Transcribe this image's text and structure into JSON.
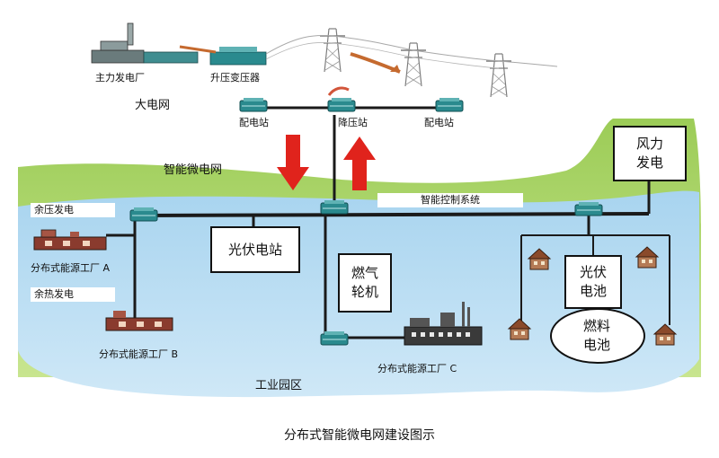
{
  "top": {
    "main_plant": "主力发电厂",
    "step_up_transformer": "升压变压器",
    "big_grid": "大电网",
    "distribution_station_left": "配电站",
    "step_down_station": "降压站",
    "distribution_station_right": "配电站"
  },
  "microgrid": {
    "title": "智能微电网",
    "control_system": "智能控制系统",
    "wind_power": "风力\n发电",
    "pv_station": "光伏电站",
    "gas_turbine": "燃气\n轮机",
    "pv_cell": "光伏\n电池",
    "fuel_cell": "燃料\n电池",
    "residual_pressure": "余压发电",
    "waste_heat": "余热发电",
    "factory_a": "分布式能源工厂 A",
    "factory_b": "分布式能源工厂 B",
    "factory_c": "分布式能源工厂 C",
    "industrial_park": "工业园区"
  },
  "caption": "分布式智能微电网建设图示",
  "colors": {
    "sky_blue": "#bfe1f4",
    "green_band": "#a9d468",
    "arrow_red": "#e0231c",
    "substation_teal": "#2a8a8e",
    "power_line": "#1a1a1a"
  }
}
